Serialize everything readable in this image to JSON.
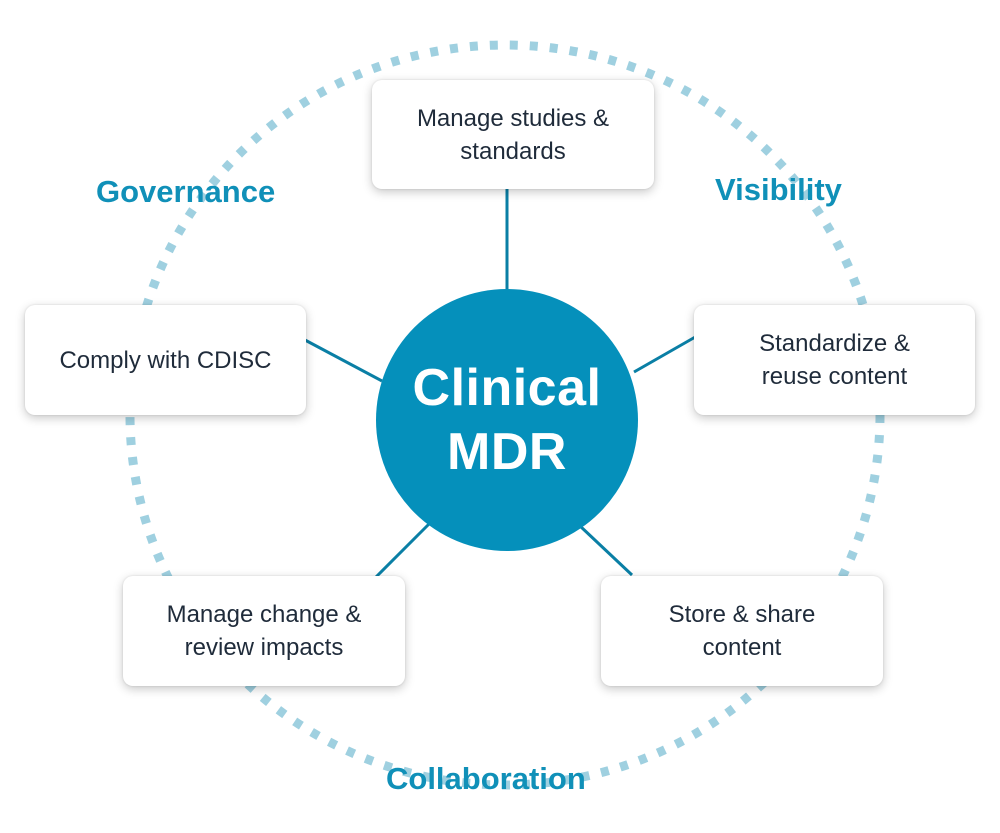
{
  "hub": {
    "label": "Clinical\nMDR"
  },
  "cards": {
    "top": "Manage studies &\nstandards",
    "left": "Comply with CDISC",
    "right": "Standardize &\nreuse content",
    "bottom_left": "Manage change &\nreview impacts",
    "bottom_right": "Store & share\ncontent"
  },
  "pillars": {
    "governance": "Governance",
    "visibility": "Visibility",
    "collaboration": "Collaboration"
  },
  "colors": {
    "hub": "#0590bb",
    "pillar_text": "#1090b8",
    "dotted_ring": "#9fd0e0",
    "connector": "#0a7fa5",
    "card_text": "#1f2b3a"
  }
}
